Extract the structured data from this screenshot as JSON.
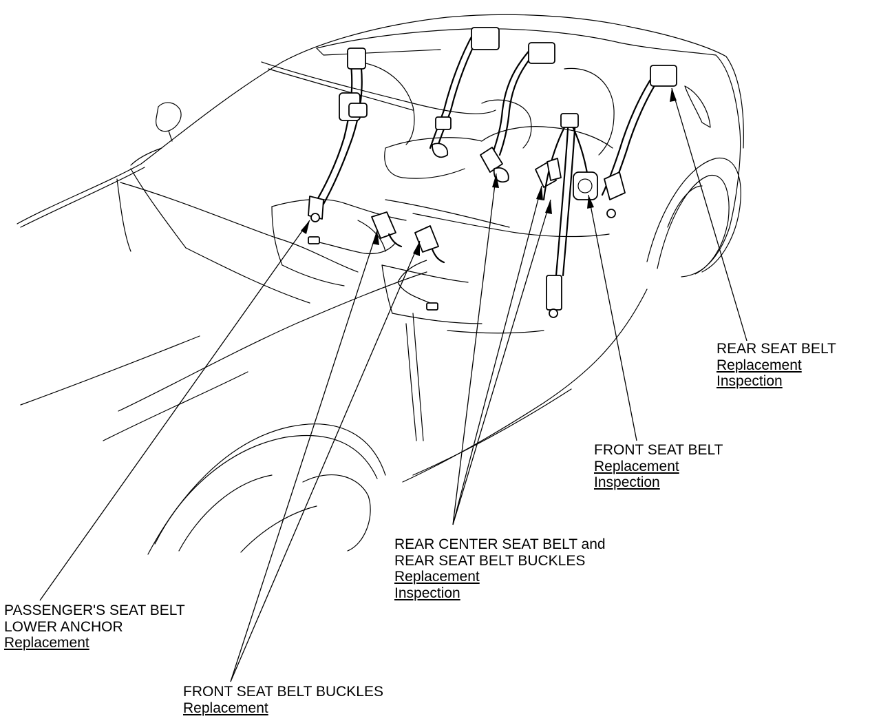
{
  "callouts": {
    "rear_seat_belt": {
      "title": "REAR SEAT BELT",
      "links": [
        "Replacement",
        "Inspection"
      ]
    },
    "front_seat_belt": {
      "title": "FRONT SEAT BELT",
      "links": [
        "Replacement",
        "Inspection"
      ]
    },
    "rear_center": {
      "title_line1": "REAR CENTER SEAT BELT and",
      "title_line2": "REAR SEAT BELT BUCKLES",
      "links": [
        "Replacement",
        "Inspection"
      ]
    },
    "passenger_anchor": {
      "title_line1": "PASSENGER'S SEAT BELT",
      "title_line2": "LOWER ANCHOR",
      "links": [
        "Replacement"
      ]
    },
    "front_buckles": {
      "title": "FRONT SEAT BELT BUCKLES",
      "links": [
        "Replacement"
      ]
    }
  }
}
